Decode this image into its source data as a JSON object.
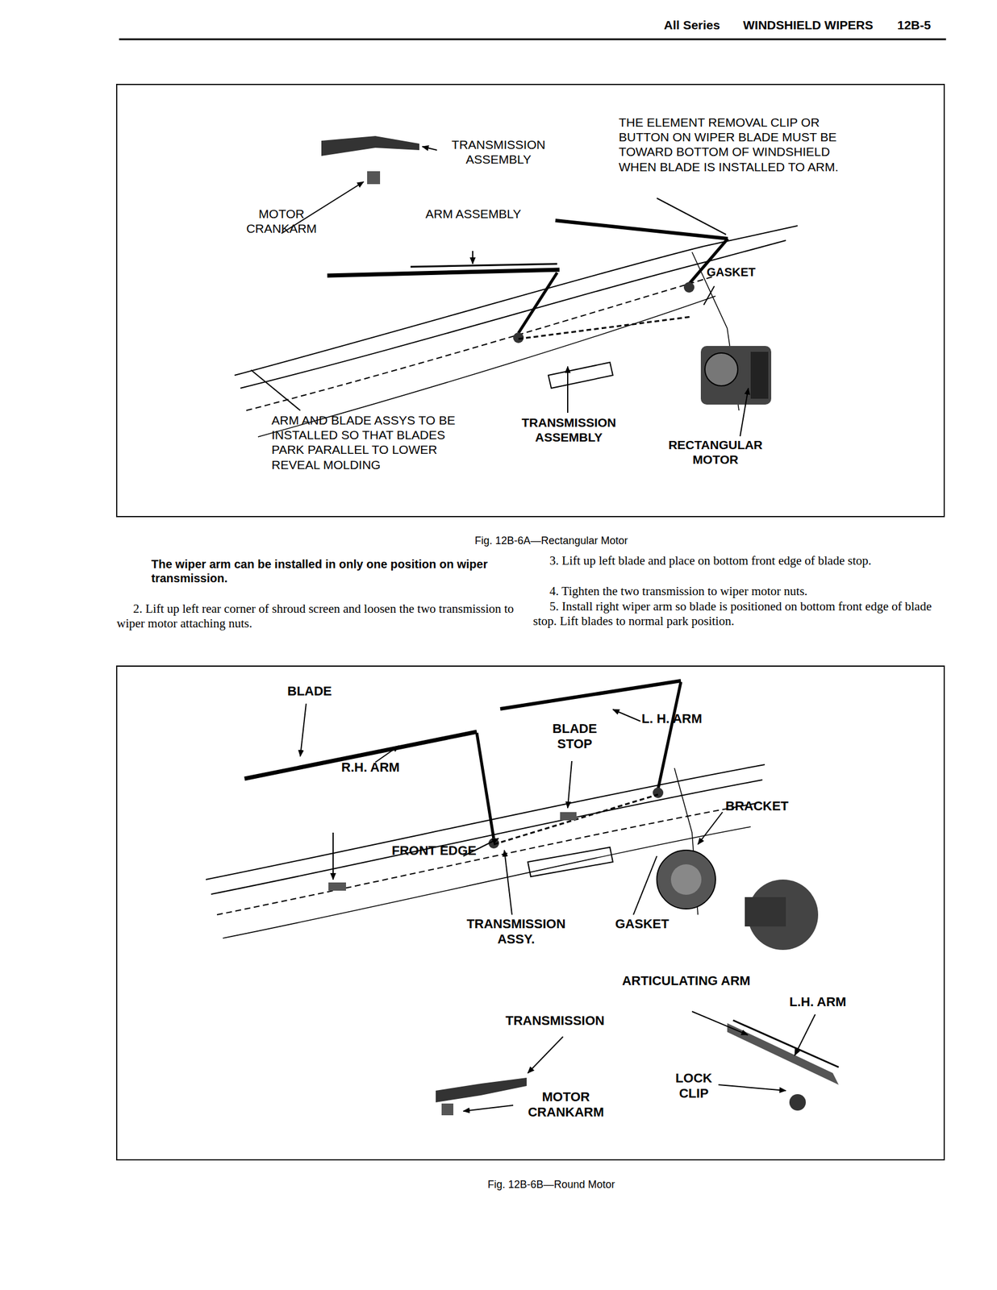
{
  "diagram": {
    "caption": "Fig. 12B-6B—Round Motor",
    "labels": [
      "All Series",
      "WINDSHIELD WIPERS",
      "12B-5",
      "TRANSMISSION ASSEMBLY",
      "THE ELEMENT REMOVAL CLIP OR BUTTON ON WIPER BLADE MUST BE TOWARD BOTTOM OF WINDSHIELD WHEN BLADE IS INSTALLED TO ARM.",
      "MOTOR CRANKARM",
      "ARM ASSEMBLY",
      "GASKET",
      "ARM AND BLADE ASSYS TO BE INSTALLED SO THAT BLADES PARK PARALLEL TO LOWER REVEAL MOLDING",
      "TRANSMISSION ASSEMBLY",
      "RECTANGULAR MOTOR",
      "Fig. 12B-6A—Rectangular Motor",
      "The wiper arm can be installed in only one position on wiper transmission.",
      "2. Lift up left rear corner of shroud screen and loosen the two transmission to wiper motor attaching nuts.",
      "3. Lift up left blade and place on bottom front edge of blade stop.",
      "4. Tighten the two transmission to wiper motor nuts.",
      "5. Install right wiper arm so blade is positioned on bottom front edge of blade stop. Lift blades to normal park position.",
      "BLADE",
      "R.H. ARM",
      "BLADE STOP",
      "L. H. ARM",
      "BRACKET",
      "FRONT EDGE",
      "TRANSMISSION ASSY.",
      "GASKET",
      "ARTICULATING ARM",
      "L.H. ARM",
      "TRANSMISSION",
      "LOCK CLIP",
      "MOTOR CRANKARM"
    ]
  }
}
